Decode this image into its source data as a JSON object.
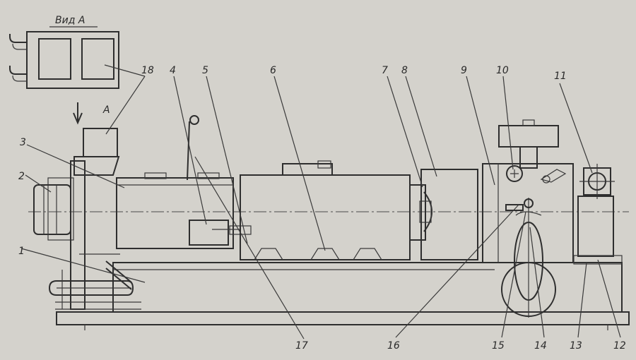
{
  "view_label": "Вид А",
  "arrow_label": "А",
  "callouts": [
    "1",
    "2",
    "3",
    "4",
    "5",
    "6",
    "7",
    "8",
    "9",
    "10",
    "11",
    "12",
    "13",
    "14",
    "15",
    "16",
    "17",
    "18"
  ],
  "colors": {
    "paper": "#d4d2cc",
    "ink": "#2e2e2e"
  }
}
